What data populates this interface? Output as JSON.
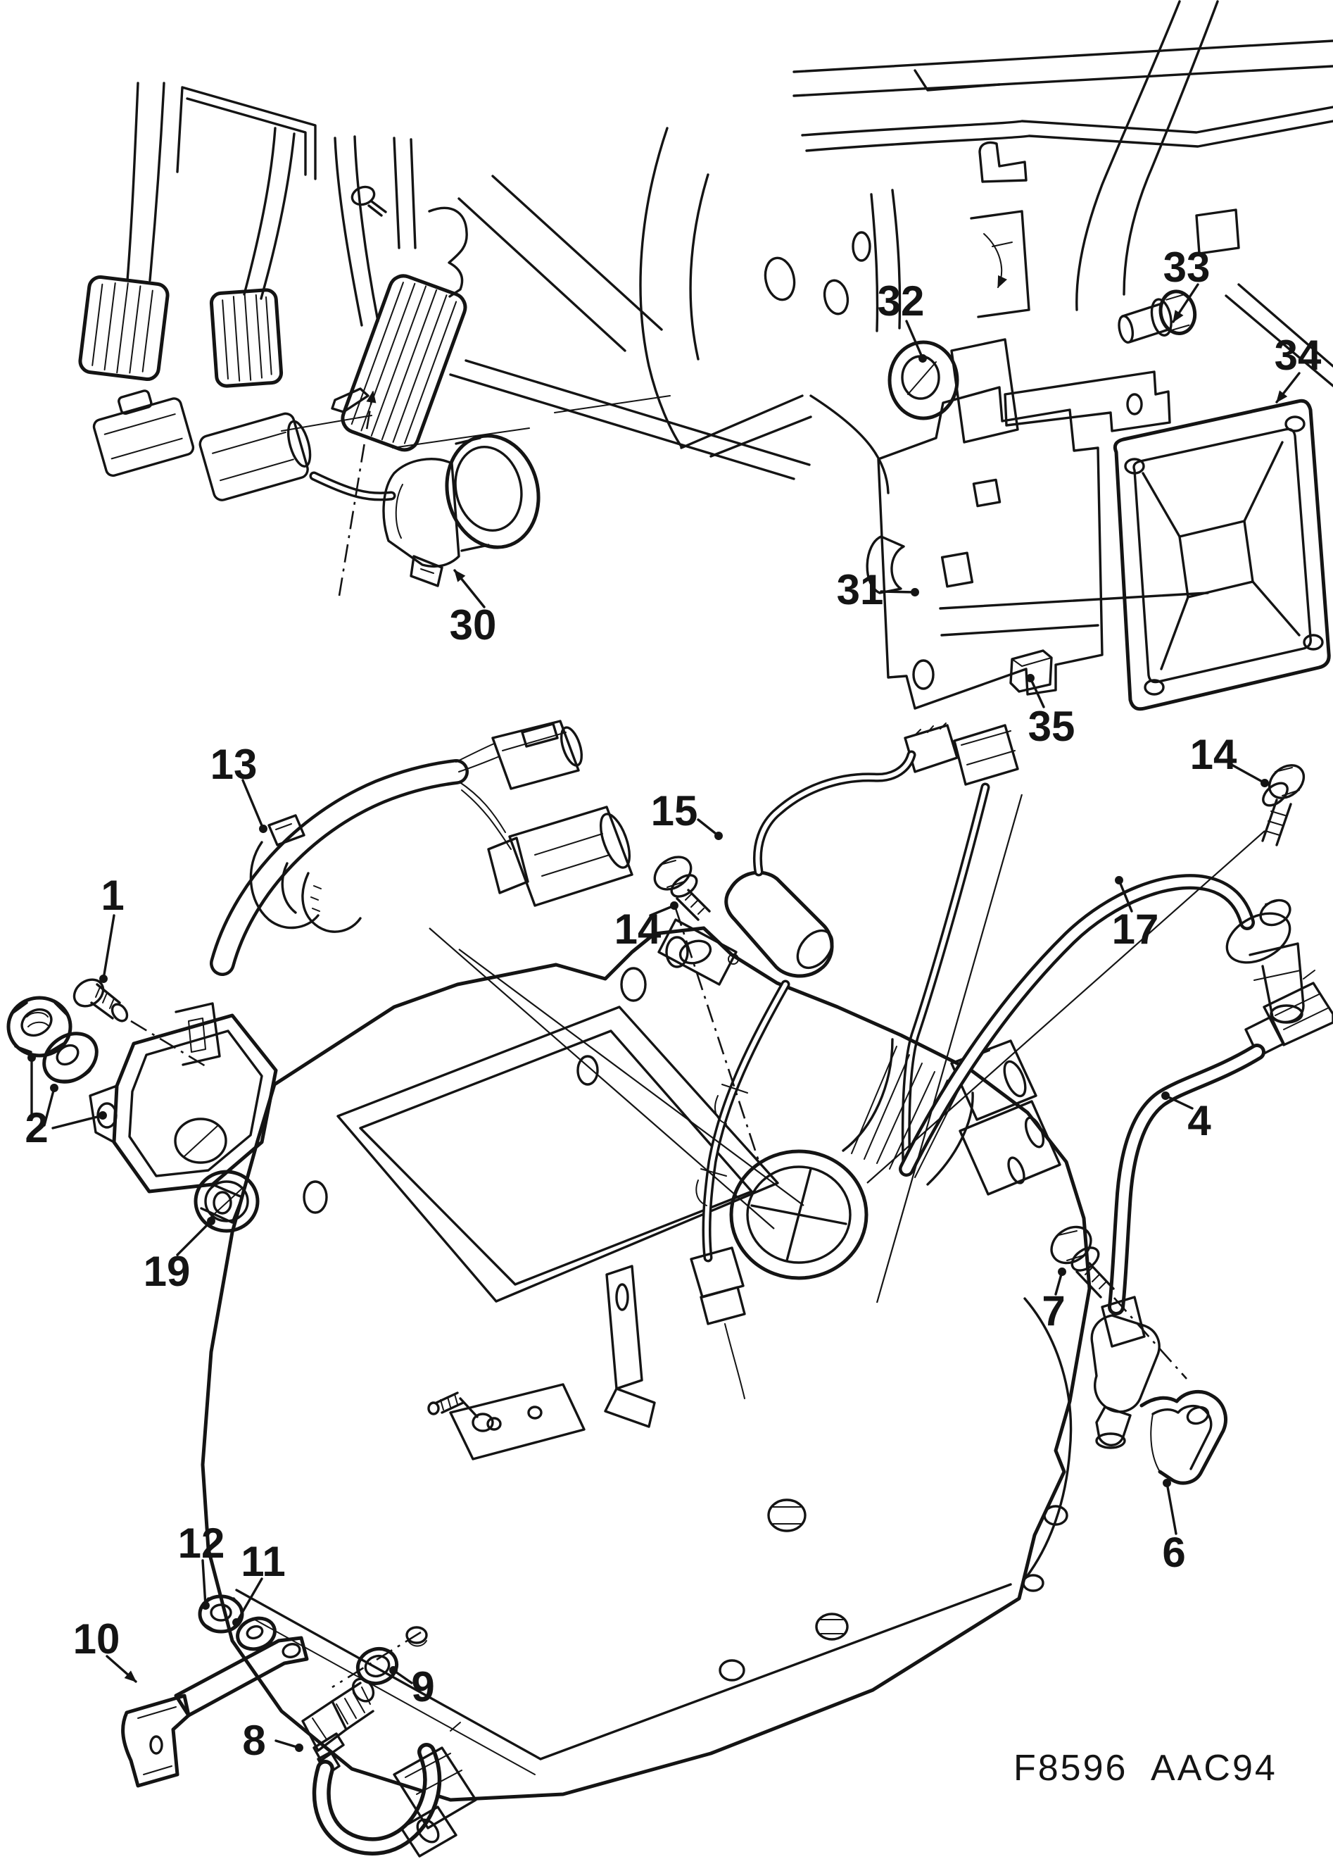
{
  "figure": {
    "code": "F8596 AAC94"
  },
  "colors": {
    "ink": "#141414",
    "paper": "#ffffff"
  },
  "callouts": [
    {
      "id": "screw",
      "label": "1"
    },
    {
      "id": "nut-washer",
      "label": "2"
    },
    {
      "id": "oring-selector",
      "label": "19"
    },
    {
      "id": "harness-clamp",
      "label": "13"
    },
    {
      "id": "kickdown-switch",
      "label": "30"
    },
    {
      "id": "ecu-bracket",
      "label": "31"
    },
    {
      "id": "grommet",
      "label": "32"
    },
    {
      "id": "bracket-bolt",
      "label": "33"
    },
    {
      "id": "control-module",
      "label": "34"
    },
    {
      "id": "clip",
      "label": "35"
    },
    {
      "id": "speed-sensor",
      "label": "15"
    },
    {
      "id": "sensor-bolt-mid",
      "label": "14"
    },
    {
      "id": "sensor-bolt-top",
      "label": "14"
    },
    {
      "id": "crank-sensor-cable",
      "label": "17"
    },
    {
      "id": "sensor-cable",
      "label": "4"
    },
    {
      "id": "clamp-bolt",
      "label": "7"
    },
    {
      "id": "retaining-fork",
      "label": "6"
    },
    {
      "id": "bracket-nut",
      "label": "12"
    },
    {
      "id": "bracket-washer",
      "label": "11"
    },
    {
      "id": "switch-bracket",
      "label": "10"
    },
    {
      "id": "oring-switch",
      "label": "9"
    },
    {
      "id": "reverse-switch",
      "label": "8"
    }
  ]
}
